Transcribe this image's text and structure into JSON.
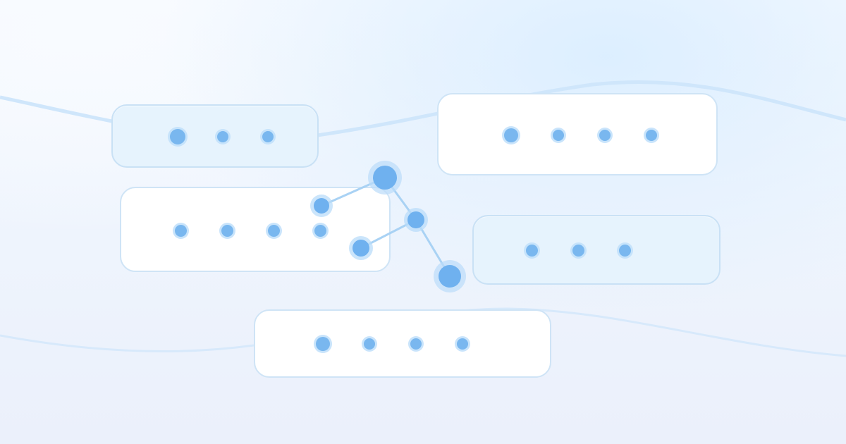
{
  "colors": {
    "accent": "#79b7ef",
    "node": "#6fb1ef",
    "line": "#a9d2f4",
    "card_border": "#cfe4f6",
    "card_tint": "#e6f3fd",
    "wave": "#cfe6fb"
  },
  "cards": [
    {
      "id": "card-top-left",
      "tinted": true,
      "dots": 3
    },
    {
      "id": "card-top-right",
      "tinted": false,
      "dots": 4
    },
    {
      "id": "card-middle-left",
      "tinted": false,
      "dots": 4
    },
    {
      "id": "card-middle-right",
      "tinted": true,
      "dots": 3
    },
    {
      "id": "card-bottom",
      "tinted": false,
      "dots": 4
    }
  ],
  "network": {
    "nodes": 5,
    "edges": 4
  }
}
